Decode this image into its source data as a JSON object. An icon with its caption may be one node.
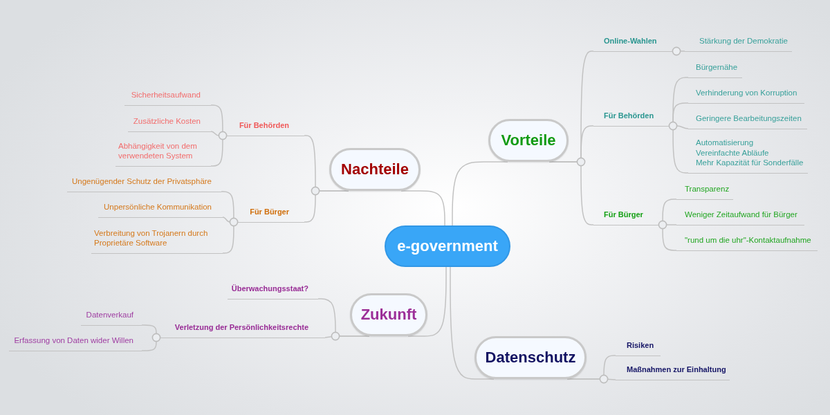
{
  "diagram": {
    "nodes": [
      {
        "text": [
          "e-government"
        ]
      },
      {
        "text": [
          "Vorteile"
        ]
      },
      {
        "text": [
          "Online-Wahlen"
        ]
      },
      {
        "text": [
          "Stärkung der Demokratie"
        ]
      },
      {
        "text": [
          "Für Behörden"
        ]
      },
      {
        "text": [
          "Bürgernähe"
        ]
      },
      {
        "text": [
          "Verhinderung von Korruption"
        ]
      },
      {
        "text": [
          "Geringere Bearbeitungszeiten"
        ]
      },
      {
        "text": [
          "Automatisierung",
          "Vereinfachte Abläufe",
          "Mehr Kapazität für Sonderfälle"
        ]
      },
      {
        "text": [
          "Für Bürger"
        ]
      },
      {
        "text": [
          "Transparenz"
        ]
      },
      {
        "text": [
          "Weniger Zeitaufwand für Bürger"
        ]
      },
      {
        "text": [
          "\"rund um die uhr\"-Kontaktaufnahme"
        ]
      },
      {
        "text": [
          "Nachteile"
        ]
      },
      {
        "text": [
          "Für Behörden"
        ]
      },
      {
        "text": [
          "Sicherheitsaufwand"
        ]
      },
      {
        "text": [
          "Zusätzliche Kosten"
        ]
      },
      {
        "text": [
          "Abhängigkeit von dem verwendeten System"
        ]
      },
      {
        "text": [
          "Für Bürger"
        ]
      },
      {
        "text": [
          "Ungenügender Schutz der Privatsphäre"
        ]
      },
      {
        "text": [
          "Unpersönliche Kommunikation"
        ]
      },
      {
        "text": [
          "Verbreitung von Trojanern durch Proprietäre Software"
        ]
      },
      {
        "text": [
          "Zukunft"
        ]
      },
      {
        "text": [
          "Überwachungsstaat?"
        ]
      },
      {
        "text": [
          "Verletzung der Persönlichkeitsrechte"
        ]
      },
      {
        "text": [
          "Datenverkauf"
        ]
      },
      {
        "text": [
          "Erfassung von Daten wider Willen"
        ]
      },
      {
        "text": [
          "Datenschutz"
        ]
      },
      {
        "text": [
          "Risiken"
        ]
      },
      {
        "text": [
          "Maßnahmen zur Einhaltung"
        ]
      }
    ],
    "edges": [
      {
        "from": 0,
        "to": 1,
        "arrow": "none"
      },
      {
        "from": 1,
        "to": 2,
        "arrow": "none"
      },
      {
        "from": 2,
        "to": 3,
        "arrow": "none"
      },
      {
        "from": 1,
        "to": 4,
        "arrow": "none"
      },
      {
        "from": 4,
        "to": 5,
        "arrow": "none"
      },
      {
        "from": 4,
        "to": 6,
        "arrow": "none"
      },
      {
        "from": 4,
        "to": 7,
        "arrow": "none"
      },
      {
        "from": 4,
        "to": 8,
        "arrow": "none"
      },
      {
        "from": 1,
        "to": 9,
        "arrow": "none"
      },
      {
        "from": 9,
        "to": 10,
        "arrow": "none"
      },
      {
        "from": 9,
        "to": 11,
        "arrow": "none"
      },
      {
        "from": 9,
        "to": 12,
        "arrow": "none"
      },
      {
        "from": 0,
        "to": 13,
        "arrow": "none"
      },
      {
        "from": 13,
        "to": 14,
        "arrow": "none"
      },
      {
        "from": 14,
        "to": 15,
        "arrow": "none"
      },
      {
        "from": 14,
        "to": 16,
        "arrow": "none"
      },
      {
        "from": 14,
        "to": 17,
        "arrow": "none"
      },
      {
        "from": 13,
        "to": 18,
        "arrow": "none"
      },
      {
        "from": 18,
        "to": 19,
        "arrow": "none"
      },
      {
        "from": 18,
        "to": 20,
        "arrow": "none"
      },
      {
        "from": 18,
        "to": 21,
        "arrow": "none"
      },
      {
        "from": 0,
        "to": 22,
        "arrow": "none"
      },
      {
        "from": 22,
        "to": 23,
        "arrow": "none"
      },
      {
        "from": 22,
        "to": 24,
        "arrow": "none"
      },
      {
        "from": 24,
        "to": 25,
        "arrow": "none"
      },
      {
        "from": 24,
        "to": 26,
        "arrow": "none"
      },
      {
        "from": 0,
        "to": 27,
        "arrow": "none"
      },
      {
        "from": 27,
        "to": 28,
        "arrow": "none"
      },
      {
        "from": 27,
        "to": 29,
        "arrow": "none"
      }
    ]
  }
}
